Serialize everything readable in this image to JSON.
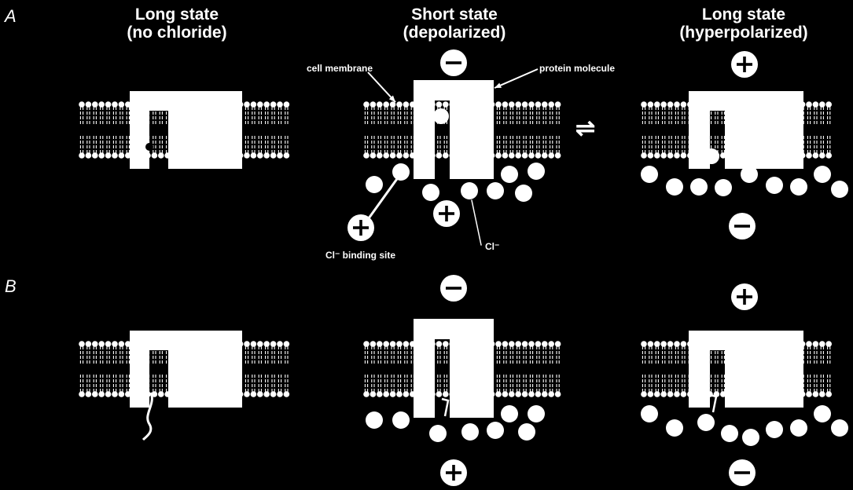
{
  "panels": {
    "a": "A",
    "b": "B"
  },
  "headings": {
    "col1_line1": "Long state",
    "col1_line2": "(no chloride)",
    "col2_line1": "Short state",
    "col2_line2": "(depolarized)",
    "col3_line1": "Long state",
    "col3_line2": "(hyperpolarized)"
  },
  "labels": {
    "cell_membrane": "cell membrane",
    "protein_molecule": "protein molecule",
    "binding_site": "Cl⁻ binding site",
    "chloride": "Cl⁻"
  },
  "symbols": {
    "plus": "+",
    "minus": "−",
    "equilibrium": "⇌"
  },
  "colors": {
    "background": "#000000",
    "foreground": "#ffffff"
  }
}
